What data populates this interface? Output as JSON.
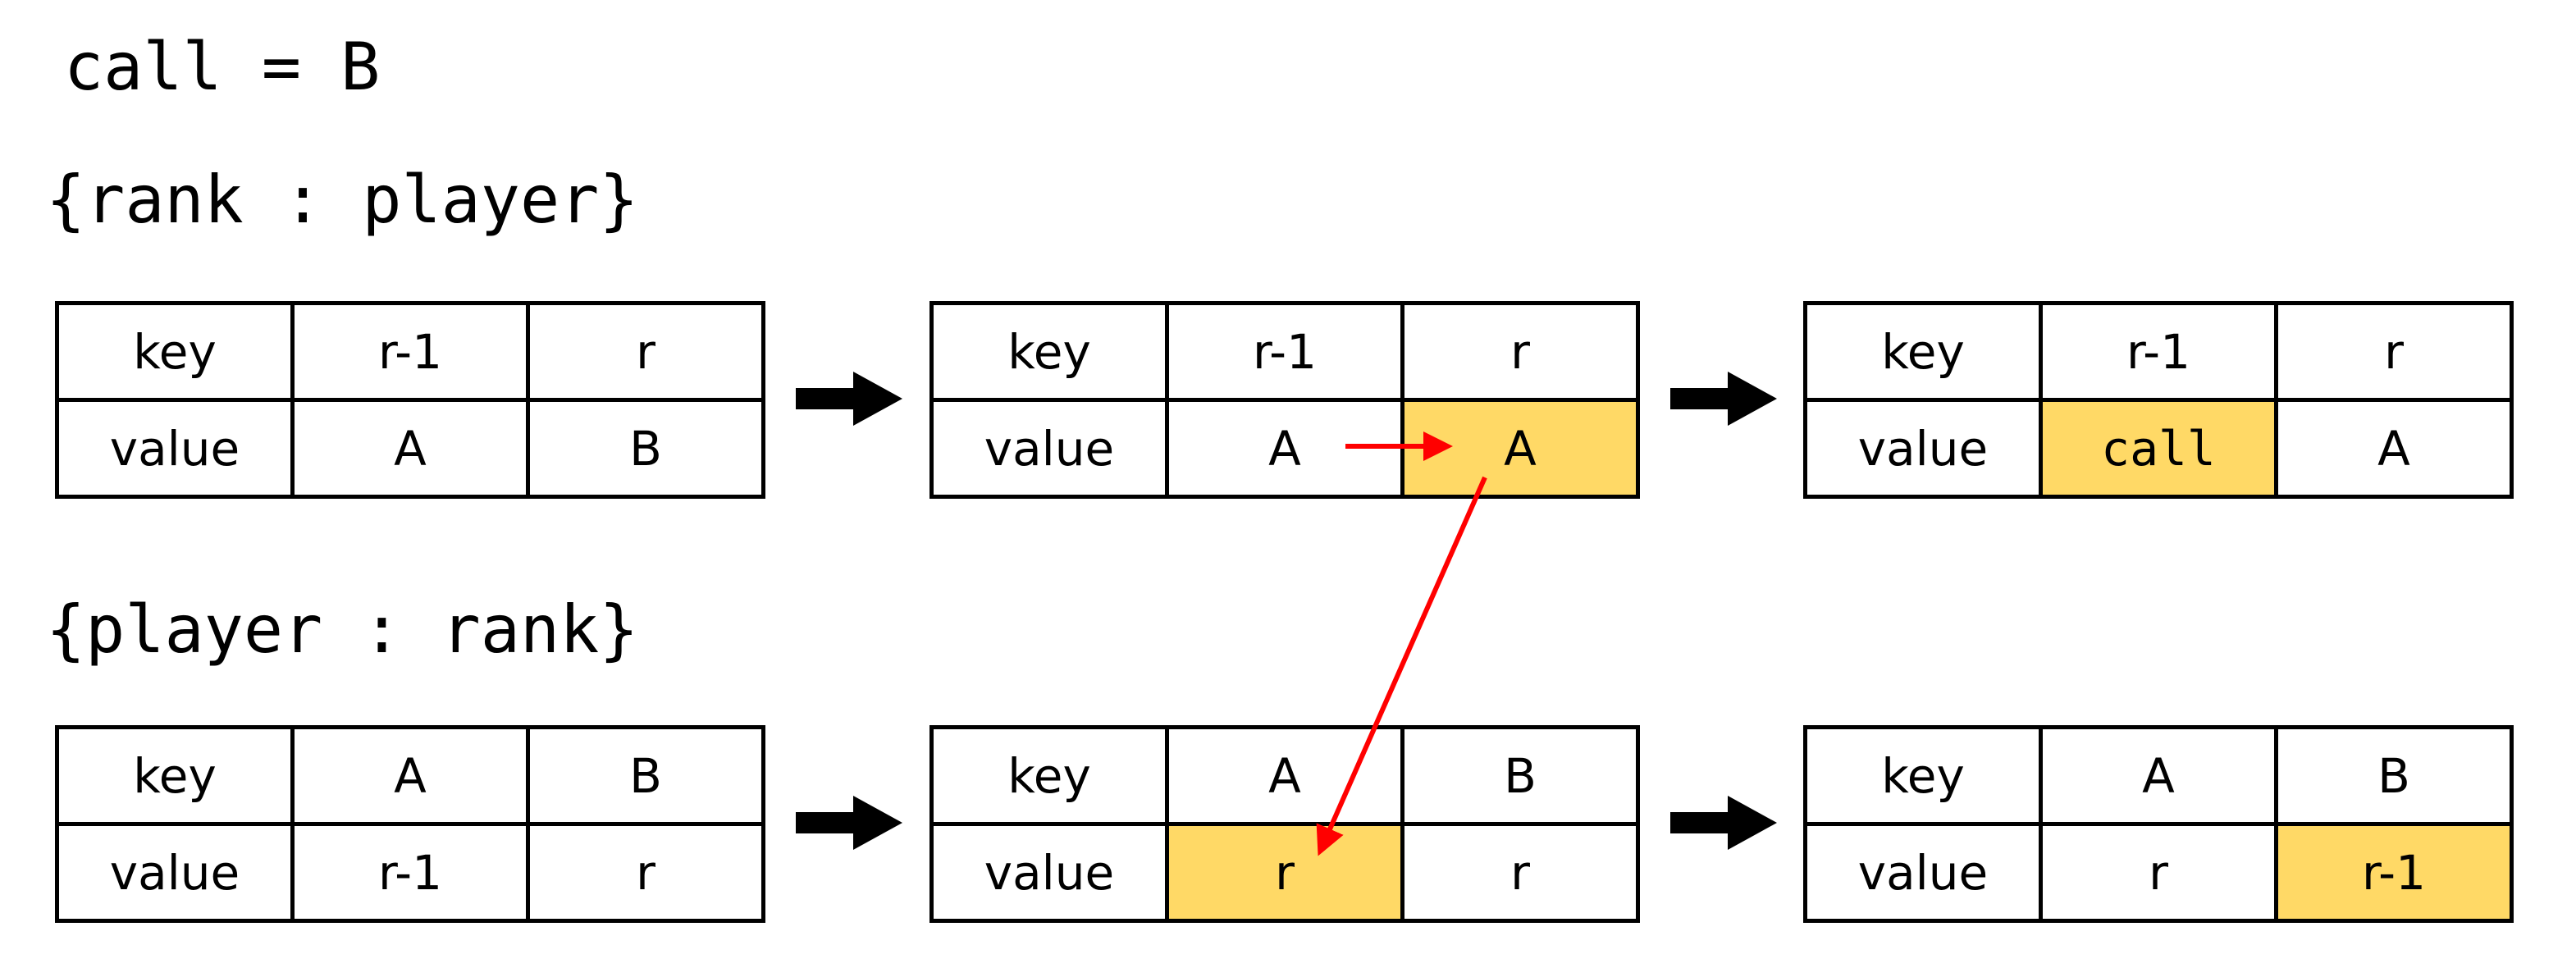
{
  "call_line": "call = B",
  "section_top": {
    "label": "{rank : player}"
  },
  "section_bottom": {
    "label": "{player : rank}"
  },
  "row_labels": {
    "key": "key",
    "value": "value"
  },
  "tables": {
    "top": [
      {
        "keys": [
          "r-1",
          "r"
        ],
        "values": [
          "A",
          "B"
        ],
        "highlight": []
      },
      {
        "keys": [
          "r-1",
          "r"
        ],
        "values": [
          "A",
          "A"
        ],
        "highlight": [
          1
        ]
      },
      {
        "keys": [
          "r-1",
          "r"
        ],
        "values": [
          "call",
          "A"
        ],
        "highlight": [
          0
        ]
      }
    ],
    "bottom": [
      {
        "keys": [
          "A",
          "B"
        ],
        "values": [
          "r-1",
          "r"
        ],
        "highlight": []
      },
      {
        "keys": [
          "A",
          "B"
        ],
        "values": [
          "r",
          "r"
        ],
        "highlight": [
          0
        ]
      },
      {
        "keys": [
          "A",
          "B"
        ],
        "values": [
          "r",
          "r-1"
        ],
        "highlight": [
          1
        ]
      }
    ]
  },
  "colors": {
    "highlight": "#ffd966",
    "annotation_arrow": "#ff0000",
    "step_arrow": "#000000"
  },
  "icons": {
    "step": "right-arrow-icon",
    "annotation": "red-arrow-icon"
  }
}
